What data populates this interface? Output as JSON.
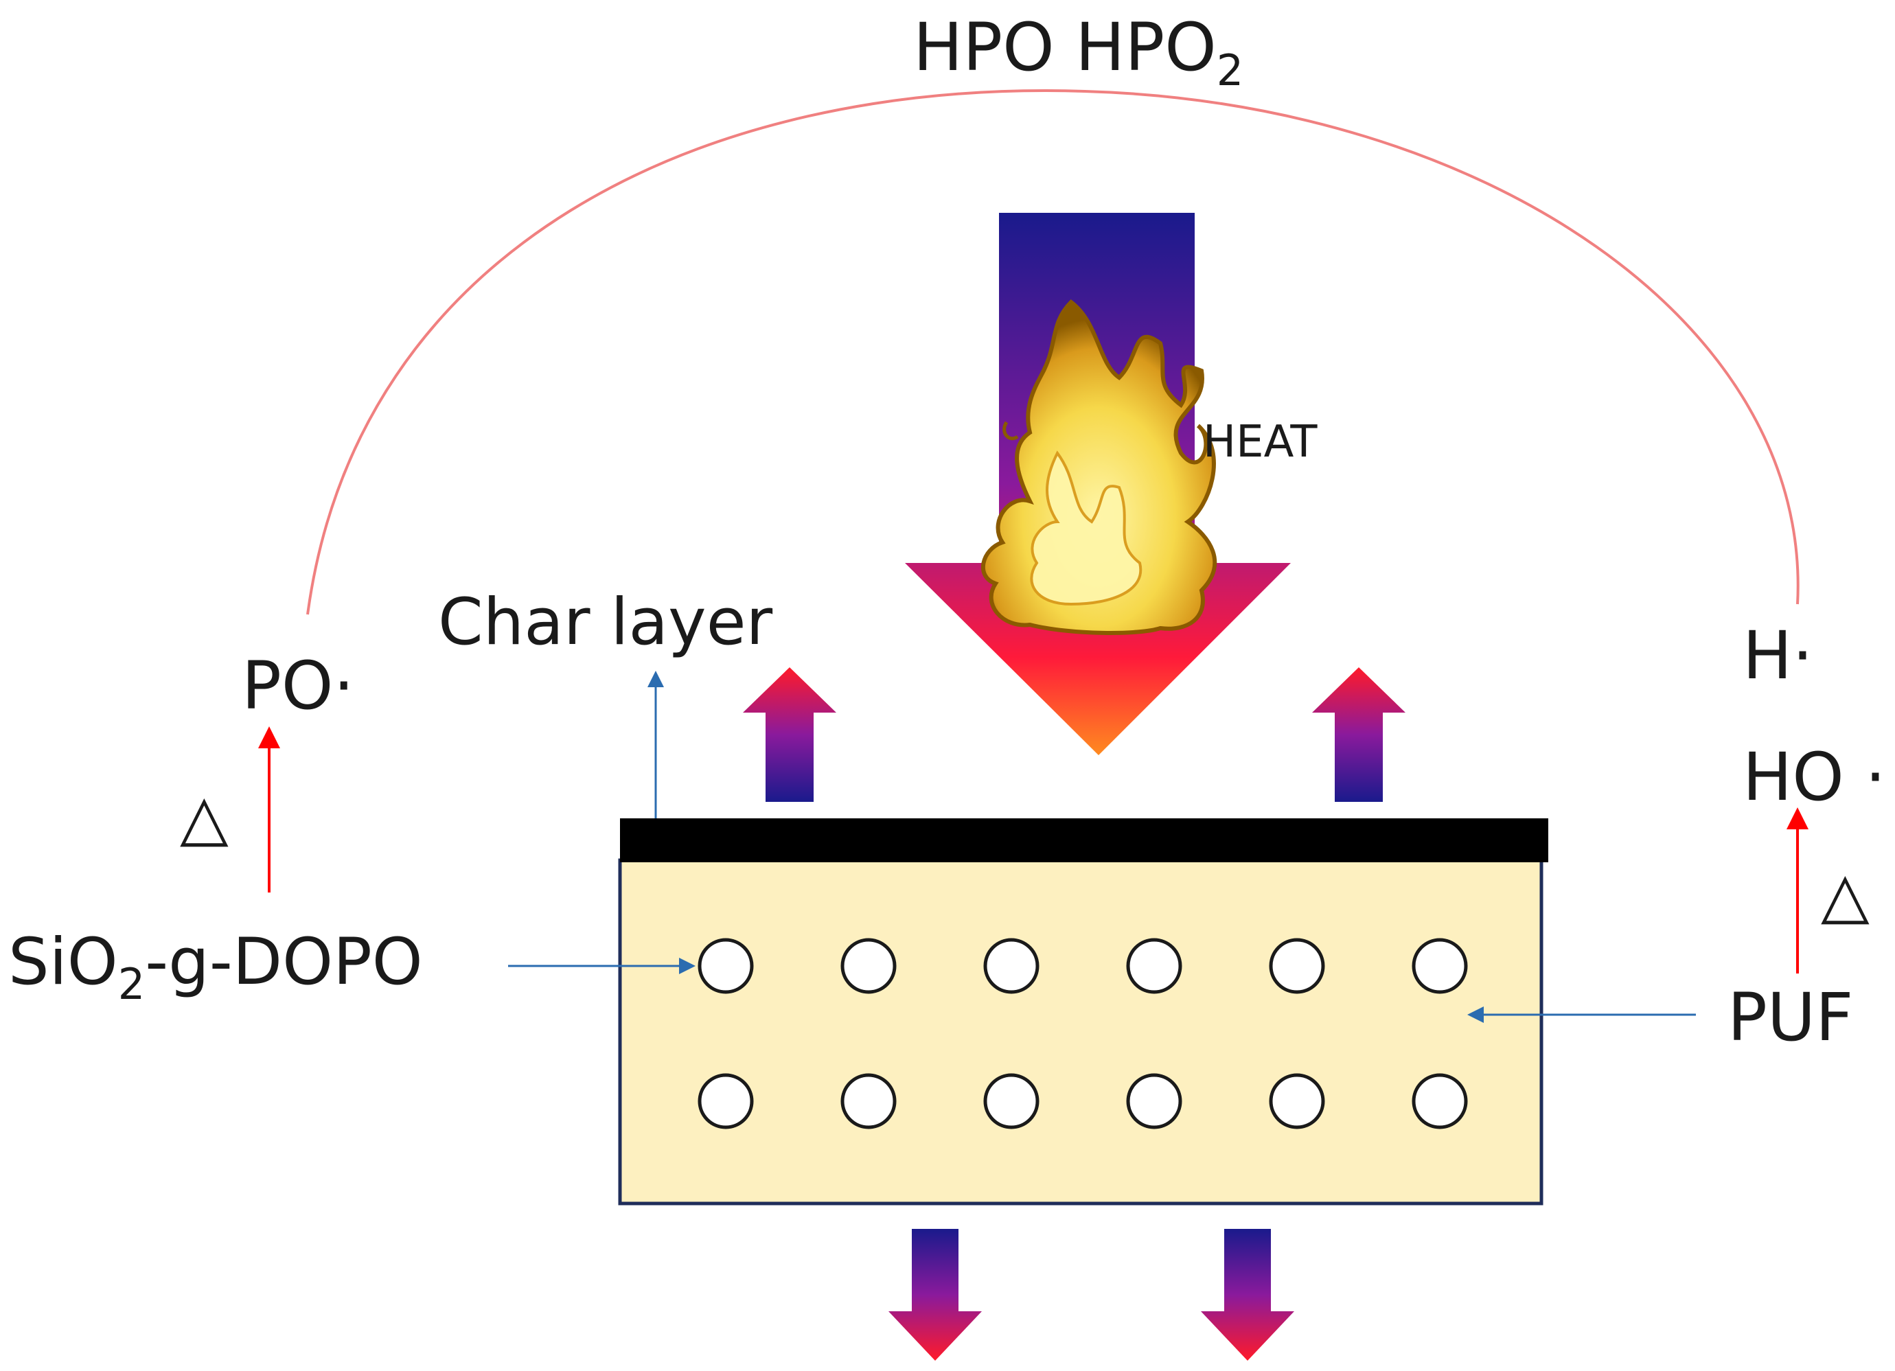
{
  "labels": {
    "top_species_a": "HPO",
    "top_species_b": "HPO",
    "top_species_b_sub": "2",
    "heat": "HEAT",
    "char_layer": "Char layer",
    "po_radical": "PO·",
    "h_radical": "H·",
    "ho_radical": "HO ·",
    "delta_left": "△",
    "delta_right": "△",
    "additive_prefix": "SiO",
    "additive_sub": "2",
    "additive_suffix": "-g-DOPO",
    "matrix": "PUF"
  },
  "colors": {
    "cycle_line": "#f08080",
    "pointer_arrow": "#2b6cb0",
    "reaction_arrow": "#ff0000",
    "char_layer": "#000000",
    "foam_fill": "#fdf0c0",
    "foam_border": "#1f2d5a",
    "gradient_top": "#1a1a8c",
    "gradient_mid": "#8a1a9c",
    "gradient_bottom": "#ff1a2a",
    "flame_outer": "#8a5a00",
    "flame_mid": "#f2c12e",
    "flame_core": "#fff6a8"
  },
  "particle_grid": {
    "rows": 2,
    "columns": 6
  }
}
